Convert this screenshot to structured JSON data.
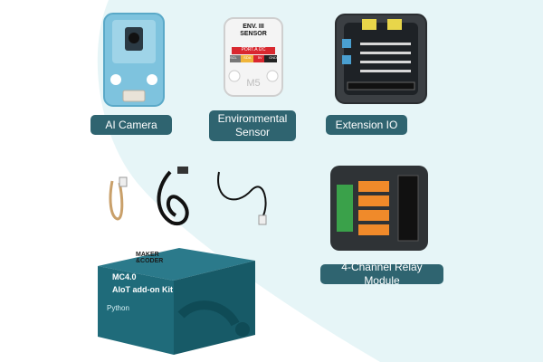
{
  "labels": {
    "ai_camera": "AI Camera",
    "environmental_sensor_line1": "Environmental",
    "environmental_sensor_line2": "Sensor",
    "extension_io": "Extension IO",
    "relay_module": "4-Channel Relay Module"
  },
  "env_sensor_print": {
    "title_line1": "ENV. III",
    "title_line2": "SENSOR",
    "port": "PORT.A I2C",
    "pins": [
      "SCL",
      "SDA",
      "5V",
      "GND"
    ],
    "logo": "M5"
  },
  "box_print": {
    "brand_line1": "MAKER",
    "brand_line2": "&CODER",
    "model": "MC4.0",
    "kit_name": "AIoT add-on Kit",
    "side_text": "Python"
  },
  "colors": {
    "label_bg": "#2f6470",
    "label_text": "#ffffff",
    "background_tint": "#e6f5f7",
    "box_teal": "#1f6b7a"
  }
}
